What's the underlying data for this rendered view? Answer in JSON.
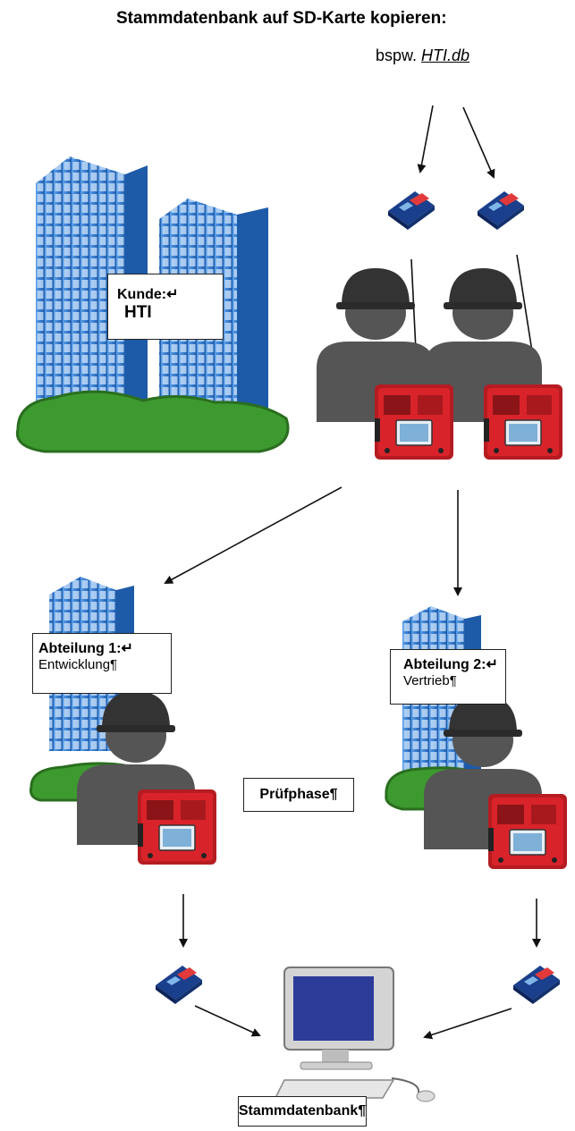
{
  "heading": "Stammdatenbank auf SD-Karte kopieren:",
  "example": {
    "prefix": "bspw.",
    "filename": "HTI.db"
  },
  "customer": {
    "label": "Kunde:↵",
    "name": "HTI"
  },
  "departments": [
    {
      "label": "Abteilung 1:↵",
      "name": "Entwicklung¶"
    },
    {
      "label": "Abteilung 2:↵",
      "name": "Vertrieb¶"
    }
  ],
  "phase": "Prüfphase¶",
  "database": "Stammdatenbank¶",
  "colors": {
    "building": "#3a7fd0",
    "building_dark": "#1d5aa8",
    "bush": "#3d9a2f",
    "worker": "#555555",
    "helmet": "#333333",
    "device_red": "#d9232a",
    "sd_card_blue": "#1a3f8c",
    "arrow": "#111111"
  }
}
